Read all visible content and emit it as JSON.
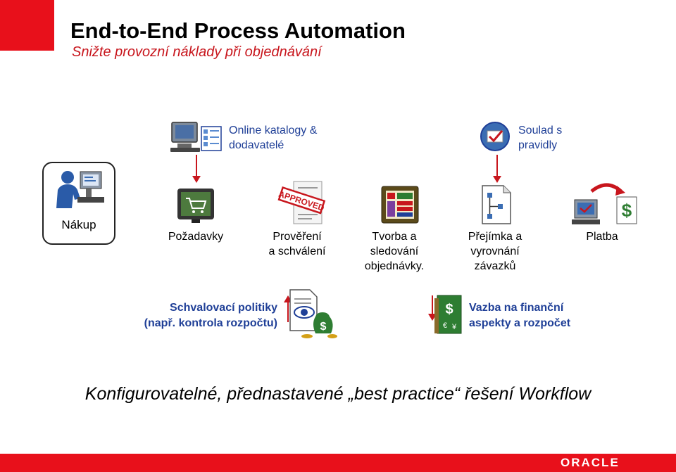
{
  "header": {
    "title": "End-to-End Process Automation",
    "subtitle": "Snižte provozní náklady při objednávání"
  },
  "top_labels": {
    "catalogs": [
      "Online katalogy &",
      "dodavatelé"
    ],
    "compliance": [
      "Soulad s",
      "pravidly"
    ]
  },
  "steps": {
    "nakup": "Nákup",
    "pozadavky": [
      "Požadavky"
    ],
    "provereni": [
      "Prověření",
      "a schválení"
    ],
    "tvorba": [
      "Tvorba a",
      "sledování",
      "objednávky."
    ],
    "prejimka": [
      "Přejímka a",
      "vyrovnání",
      "závazků"
    ],
    "platba": [
      "Platba"
    ]
  },
  "bottom_labels": {
    "policies": [
      "Schvalovací politiky",
      "(např. kontrola rozpočtu)"
    ],
    "finance": [
      "Vazba na finanční",
      "aspekty a rozpočet"
    ]
  },
  "stamp_text": "APPROVED",
  "tagline": "Konfigurovatelné, přednastavené „best practice“ řešení Workflow",
  "footer": {
    "logo": "ORACLE"
  },
  "colors": {
    "brand_red": "#e8101b",
    "subtitle_red": "#c8161d",
    "label_blue": "#1f3f97"
  },
  "icons": {
    "catalogs": "computer-catalog-icon",
    "compliance": "checkmark-badge-icon",
    "nakup": "user-at-computer-icon",
    "pozadavky": "shopping-cart-monitor-icon",
    "provereni": "approved-stamp-icon",
    "tvorba": "order-document-icon",
    "prejimka": "workflow-document-icon",
    "platba": "payment-computer-icon",
    "policies": "document-eye-money-icon",
    "finance": "finance-book-icon"
  }
}
